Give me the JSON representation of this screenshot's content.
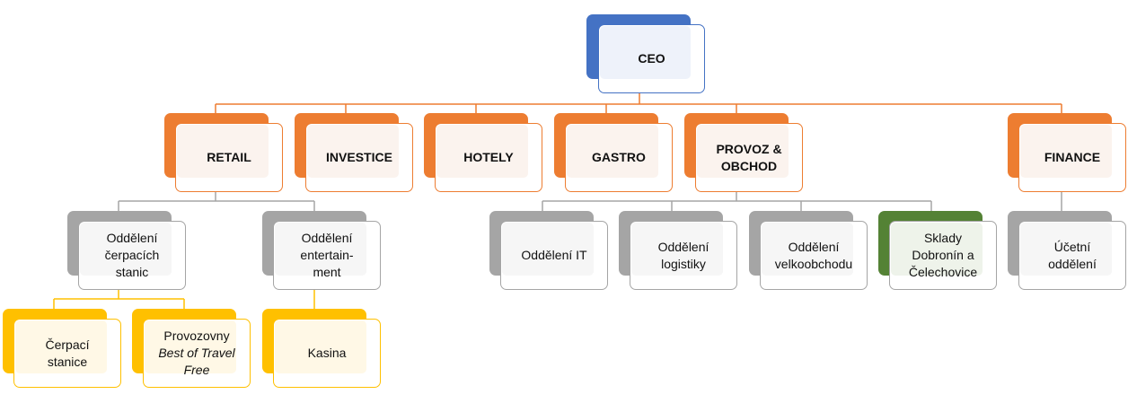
{
  "colors": {
    "blue": "#4472C4",
    "orange": "#ED7D31",
    "gray": "#A5A5A5",
    "yellow": "#FFC000",
    "green": "#548235"
  },
  "nodes": {
    "ceo": {
      "label": "CEO",
      "color": "blue"
    },
    "retail": {
      "label": "RETAIL",
      "color": "orange"
    },
    "investice": {
      "label": "INVESTICE",
      "color": "orange"
    },
    "hotely": {
      "label": "HOTELY",
      "color": "orange"
    },
    "gastro": {
      "label": "GASTRO",
      "color": "orange"
    },
    "provoz": {
      "label": "PROVOZ &\nOBCHOD",
      "color": "orange"
    },
    "finance": {
      "label": "FINANCE",
      "color": "orange"
    },
    "cerpaci_oddeleni": {
      "label": "Oddělení\nčerpacích\nstanic",
      "color": "gray"
    },
    "entertainment": {
      "label": "Oddělení\nentertain-\nment",
      "color": "gray"
    },
    "it": {
      "label": "Oddělení IT",
      "color": "gray"
    },
    "logistika": {
      "label": "Oddělení\nlogistiky",
      "color": "gray"
    },
    "velkoobchod": {
      "label": "Oddělení\nvelkoobchodu",
      "color": "gray"
    },
    "sklady": {
      "label": "Sklady\nDobronín a\nČelechovice",
      "color": "green"
    },
    "ucetni": {
      "label": "Účetní\noddělení",
      "color": "gray"
    },
    "cerpaci_stanice": {
      "label": "Čerpací\nstanice",
      "color": "yellow"
    },
    "provozovny": {
      "label_line1": "Provozovny",
      "label_line2": "Best of Travel\nFree",
      "color": "yellow"
    },
    "kasina": {
      "label": "Kasina",
      "color": "yellow"
    }
  }
}
